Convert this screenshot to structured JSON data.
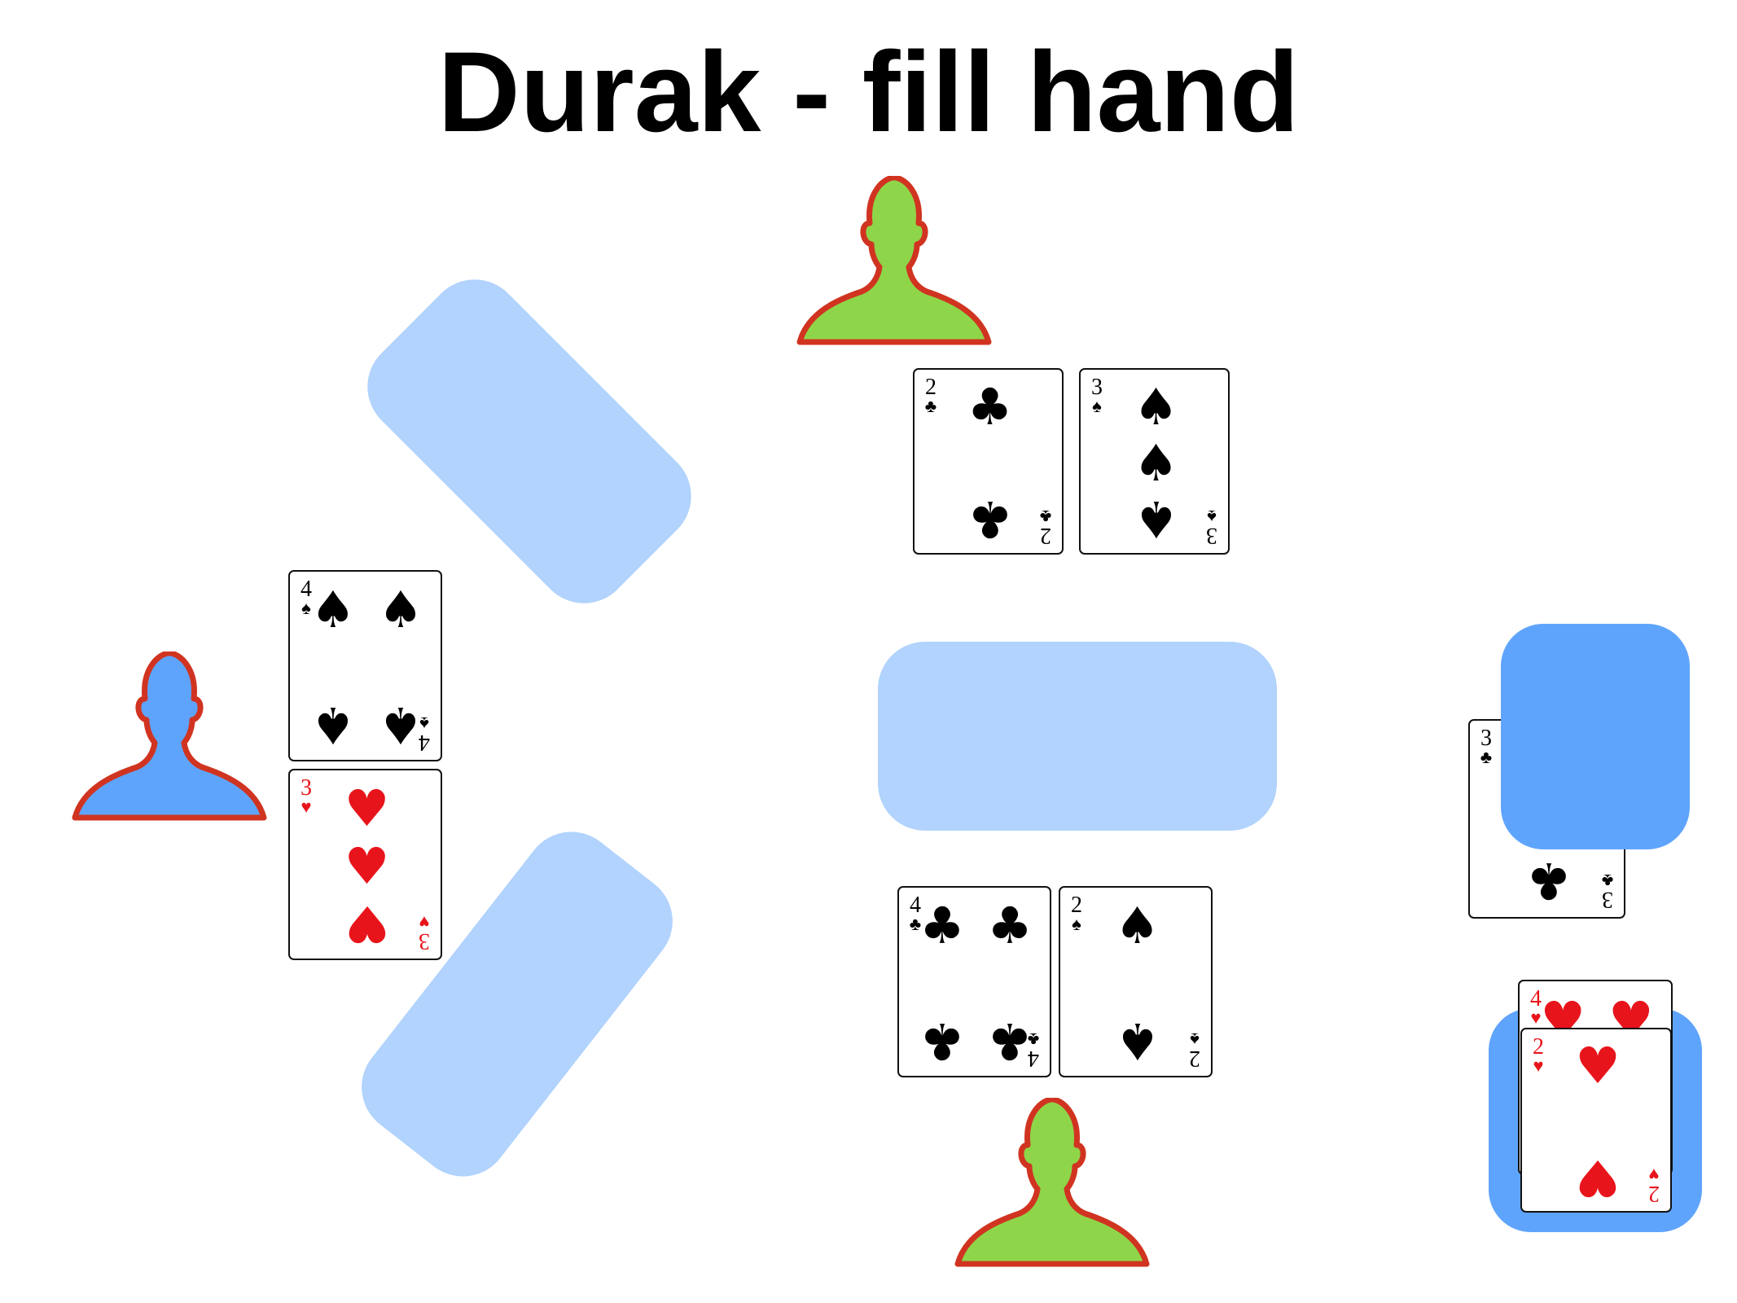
{
  "title": "Durak - fill hand",
  "colors": {
    "zone": "#b1d3fd",
    "deck_back": "#5fa4fc",
    "player_local": "#5fa4fc",
    "player_other": "#8fd54a",
    "player_outline": "#d03421",
    "red_suit": "#e8141b",
    "black_suit": "#000000"
  },
  "players": [
    {
      "id": "left",
      "color": "player_local",
      "icon": "person-silhouette-icon"
    },
    {
      "id": "top",
      "color": "player_other",
      "icon": "person-silhouette-icon"
    },
    {
      "id": "bottom",
      "color": "player_other",
      "icon": "person-silhouette-icon"
    }
  ],
  "hands": {
    "left": [
      {
        "rank": "4",
        "suit": "♠",
        "color": "black"
      },
      {
        "rank": "3",
        "suit": "♥",
        "color": "red"
      }
    ],
    "top": [
      {
        "rank": "2",
        "suit": "♣",
        "color": "black"
      },
      {
        "rank": "3",
        "suit": "♠",
        "color": "black"
      }
    ],
    "bottom": [
      {
        "rank": "4",
        "suit": "♣",
        "color": "black"
      },
      {
        "rank": "2",
        "suit": "♠",
        "color": "black"
      }
    ]
  },
  "trump_card": {
    "rank": "3",
    "suit": "♣",
    "color": "black"
  },
  "discard_pile": [
    {
      "rank": "4",
      "suit": "♥",
      "color": "red"
    },
    {
      "rank": "2",
      "suit": "♥",
      "color": "red"
    }
  ]
}
